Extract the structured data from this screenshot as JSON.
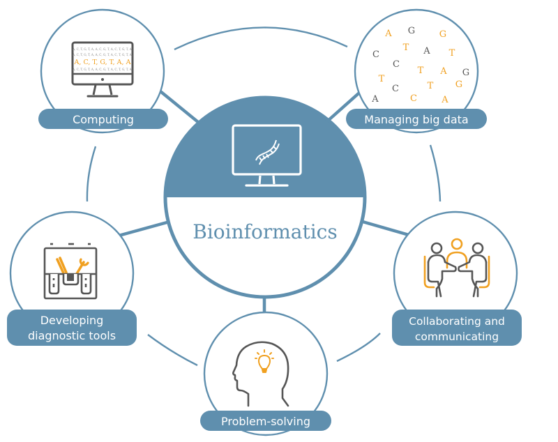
{
  "colors": {
    "primary": "#5f8fae",
    "accent": "#f0a020",
    "icon_gray": "#555555",
    "light_text": "#999999",
    "white": "#ffffff"
  },
  "hub": {
    "title": "Bioinformatics",
    "icon": "monitor-dna-icon"
  },
  "nodes": [
    {
      "id": "computing",
      "label": "Computing",
      "icon": "monitor-sequence-icon"
    },
    {
      "id": "big-data",
      "label": "Managing big data",
      "icon": "scattered-bases-icon"
    },
    {
      "id": "diagnostic",
      "label_lines": [
        "Developing",
        "diagnostic tools"
      ],
      "icon": "toolbox-icon"
    },
    {
      "id": "collaborating",
      "label_lines": [
        "Collaborating and",
        "communicating"
      ],
      "icon": "meeting-people-icon"
    },
    {
      "id": "problem-solving",
      "label": "Problem-solving",
      "icon": "head-lightbulb-icon"
    }
  ],
  "computing_screen": {
    "small_row": "A, C, T, G, T, A, A, C, G, T, A, C, T, G, T, A,",
    "big_row": "A, C, T, G, T, A, A"
  },
  "big_data_letters": [
    {
      "t": "A",
      "c": "accent"
    },
    {
      "t": "G",
      "c": "gray"
    },
    {
      "t": "G",
      "c": "accent"
    },
    {
      "t": "T",
      "c": "accent"
    },
    {
      "t": "C",
      "c": "gray"
    },
    {
      "t": "A",
      "c": "gray"
    },
    {
      "t": "T",
      "c": "accent"
    },
    {
      "t": "C",
      "c": "gray"
    },
    {
      "t": "T",
      "c": "accent"
    },
    {
      "t": "A",
      "c": "accent"
    },
    {
      "t": "G",
      "c": "gray"
    },
    {
      "t": "T",
      "c": "accent"
    },
    {
      "t": "G",
      "c": "accent"
    },
    {
      "t": "C",
      "c": "gray"
    },
    {
      "t": "T",
      "c": "accent"
    },
    {
      "t": "A",
      "c": "gray"
    },
    {
      "t": "C",
      "c": "accent"
    },
    {
      "t": "A",
      "c": "accent"
    }
  ]
}
